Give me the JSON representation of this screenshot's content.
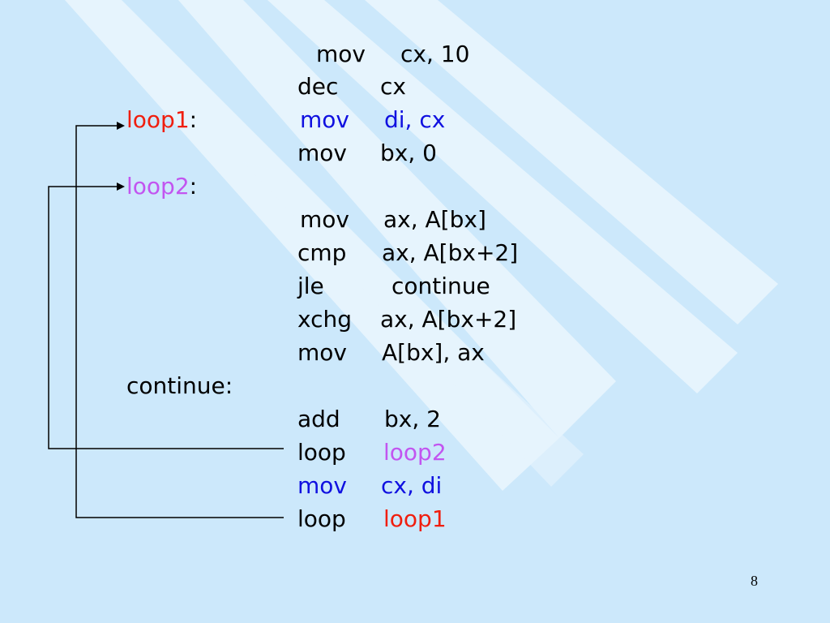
{
  "code": {
    "line1": {
      "op": "mov",
      "args": "cx, 10"
    },
    "line2": {
      "op": "dec",
      "args": "cx"
    },
    "loop1_label": "loop1",
    "loop1_colon": ":",
    "line3": {
      "op": "mov",
      "args": "di, cx"
    },
    "line4": {
      "op": "mov",
      "args": "bx, 0"
    },
    "loop2_label": "loop2",
    "loop2_colon": ":",
    "line5": {
      "op": "mov",
      "args": "ax, A[bx]"
    },
    "line6": {
      "op": "cmp",
      "args": "ax, A[bx+2]"
    },
    "line7": {
      "op": "jle",
      "args": "continue"
    },
    "line8": {
      "op": "xchg",
      "args": "ax, A[bx+2]"
    },
    "line9": {
      "op": "mov",
      "args": "A[bx], ax"
    },
    "continue_label": "continue",
    "continue_colon": ":",
    "line10": {
      "op": "add",
      "args": "bx, 2"
    },
    "line11": {
      "op": "loop",
      "args": "loop2"
    },
    "line12": {
      "op": "mov",
      "args": "cx, di"
    },
    "line13": {
      "op": "loop",
      "args": "loop1"
    }
  },
  "colors": {
    "background": "#cce8fb",
    "stripes": "#e6f4fd",
    "loop1": "#f01e0e",
    "loop2": "#c255f0",
    "highlight": "#1010e0"
  },
  "page_number": "8"
}
